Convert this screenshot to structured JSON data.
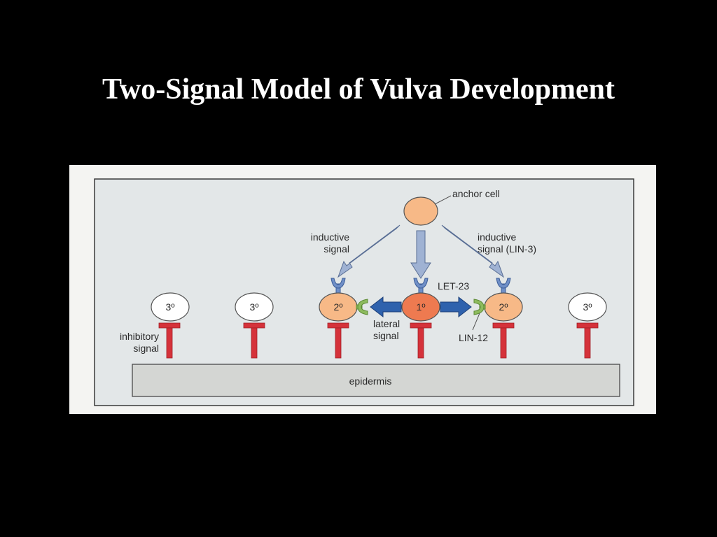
{
  "slide": {
    "title": "Two-Signal Model of Vulva Development"
  },
  "diagram": {
    "labels": {
      "anchor_cell": "anchor cell",
      "inductive_signal_left_1": "inductive",
      "inductive_signal_left_2": "signal",
      "inductive_signal_right_1": "inductive",
      "inductive_signal_right_2": "signal (LIN-3)",
      "let23": "LET-23",
      "lateral_signal_1": "lateral",
      "lateral_signal_2": "signal",
      "lin12": "LIN-12",
      "inhibitory_signal_1": "inhibitory",
      "inhibitory_signal_2": "signal",
      "epidermis": "epidermis"
    },
    "cells": [
      {
        "id": "cell-1",
        "fate": "3º",
        "kind": "tertiary"
      },
      {
        "id": "cell-2",
        "fate": "3º",
        "kind": "tertiary"
      },
      {
        "id": "cell-3",
        "fate": "2º",
        "kind": "secondary"
      },
      {
        "id": "cell-4",
        "fate": "1º",
        "kind": "primary"
      },
      {
        "id": "cell-5",
        "fate": "2º",
        "kind": "secondary"
      },
      {
        "id": "cell-6",
        "fate": "3º",
        "kind": "tertiary"
      }
    ],
    "colors": {
      "panel_bg": "#e3e7e8",
      "panel_border": "#3a3a3a",
      "anchor_cell": "#f7b987",
      "secondary_cell": "#f7b987",
      "primary_cell": "#ee7a50",
      "tertiary_cell": "#ffffff",
      "arrow_light": "#9fb2d3",
      "arrow_dark": "#2f62ad",
      "receptor": "#6f8fc7",
      "lin12_receptor": "#8dbb5e",
      "inhibitor": "#d5323a",
      "epidermis": "#d4d6d3"
    }
  }
}
